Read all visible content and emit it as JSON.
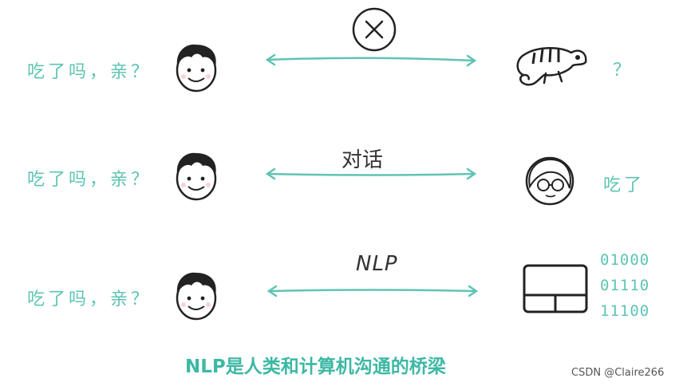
{
  "colors": {
    "teal": "#5ec4b3",
    "caption": "#3db8a4",
    "ink": "#333333"
  },
  "rows": [
    {
      "left_text": "吃了吗，亲？",
      "link_label": "",
      "right_entity": "chameleon-icon",
      "right_text": "？"
    },
    {
      "left_text": "吃了吗，亲？",
      "link_label": "对话",
      "right_entity": "girl-face-icon",
      "right_text": "吃了"
    },
    {
      "left_text": "吃了吗，亲？",
      "link_label": "NLP",
      "right_entity": "computer-icon",
      "right_text": ""
    }
  ],
  "binary_lines": [
    "01000",
    "01110",
    "11100"
  ],
  "caption": "NLP是人类和计算机沟通的桥梁",
  "watermark": "CSDN @Claire266",
  "icons": [
    "cross-circle-icon",
    "boy-face-icon",
    "chameleon-icon",
    "girl-face-icon",
    "computer-icon"
  ]
}
